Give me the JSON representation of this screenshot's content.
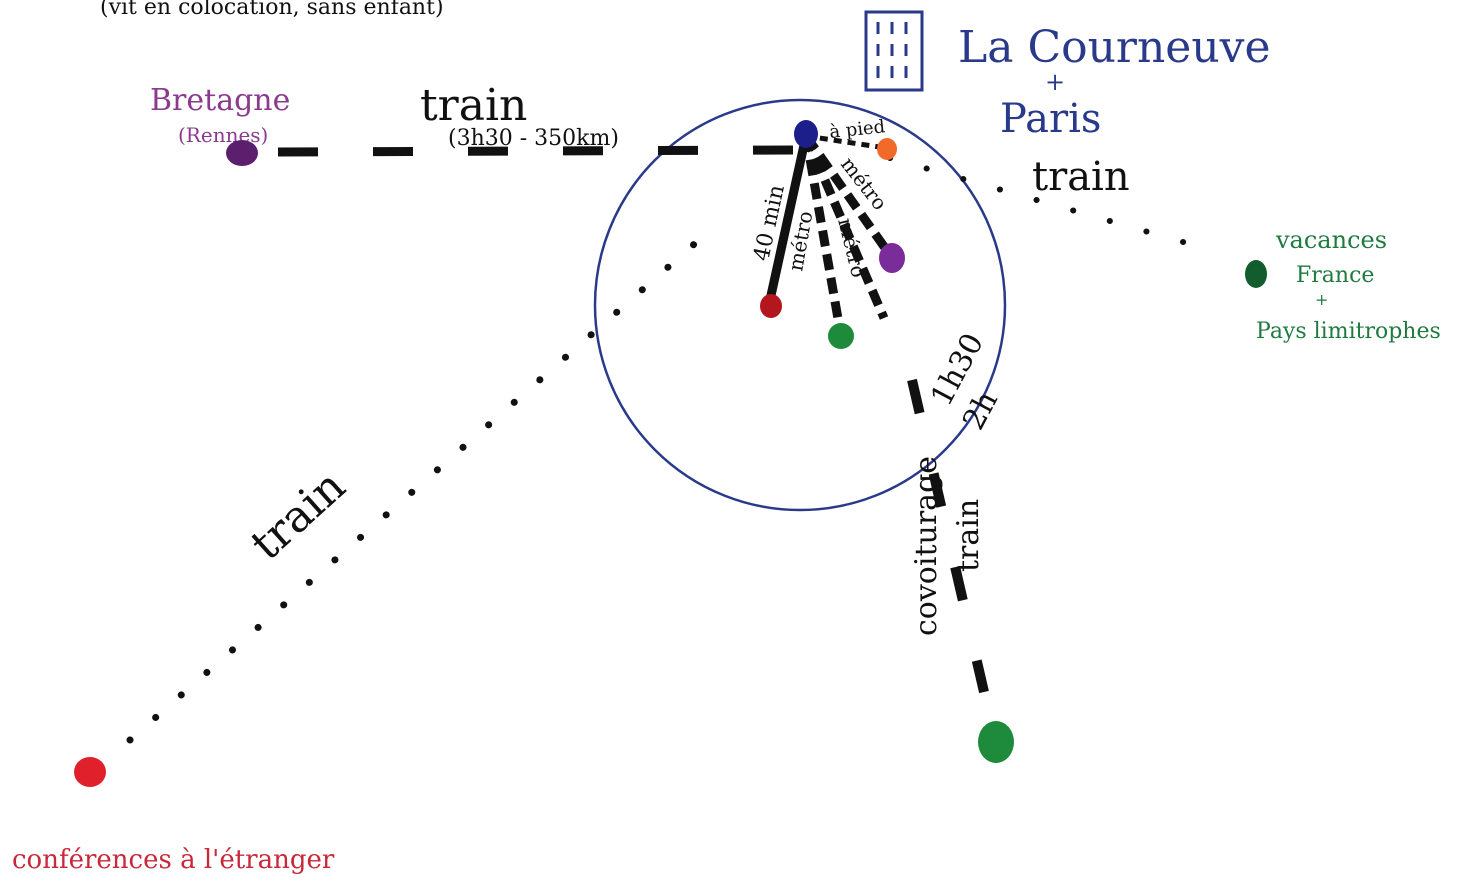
{
  "header_note": "(vit en colocation, sans enfant)",
  "home": {
    "name": "La Courneuve",
    "plus": "+",
    "city": "Paris"
  },
  "places": {
    "bretagne": {
      "name": "Bretagne",
      "sub": "(Rennes)",
      "color": "#8b3a8f"
    },
    "vacances": {
      "line1": "vacances",
      "line2": "France",
      "plus": "+",
      "line3": "Pays limitrophes",
      "color": "#1f7a3f"
    },
    "conferences": {
      "label": "conférences à l'étranger",
      "color": "#c8283a"
    }
  },
  "routes": {
    "bretagne_mode": "train",
    "bretagne_detail": "(3h30 - 350km)",
    "vacances_mode": "train",
    "conferences_mode": "train",
    "south_duration_1": "1h30",
    "south_duration_2": "2h",
    "south_mode_1": "covoiturage",
    "south_mode_2": "train"
  },
  "local": {
    "a_pied": "à pied",
    "metro_1": "métro",
    "metro_2": "métro",
    "metro_3": "métro",
    "duration": "40 min"
  },
  "colors": {
    "ink": "#111111",
    "circle": "#2a3a8a",
    "home_dot": "#1c1f8a",
    "orange": "#f26a2a",
    "purple": "#7a2c9a",
    "dark_red": "#b3161c",
    "green": "#1e8a3c",
    "red": "#e0202a",
    "dark_green": "#125c2e"
  }
}
